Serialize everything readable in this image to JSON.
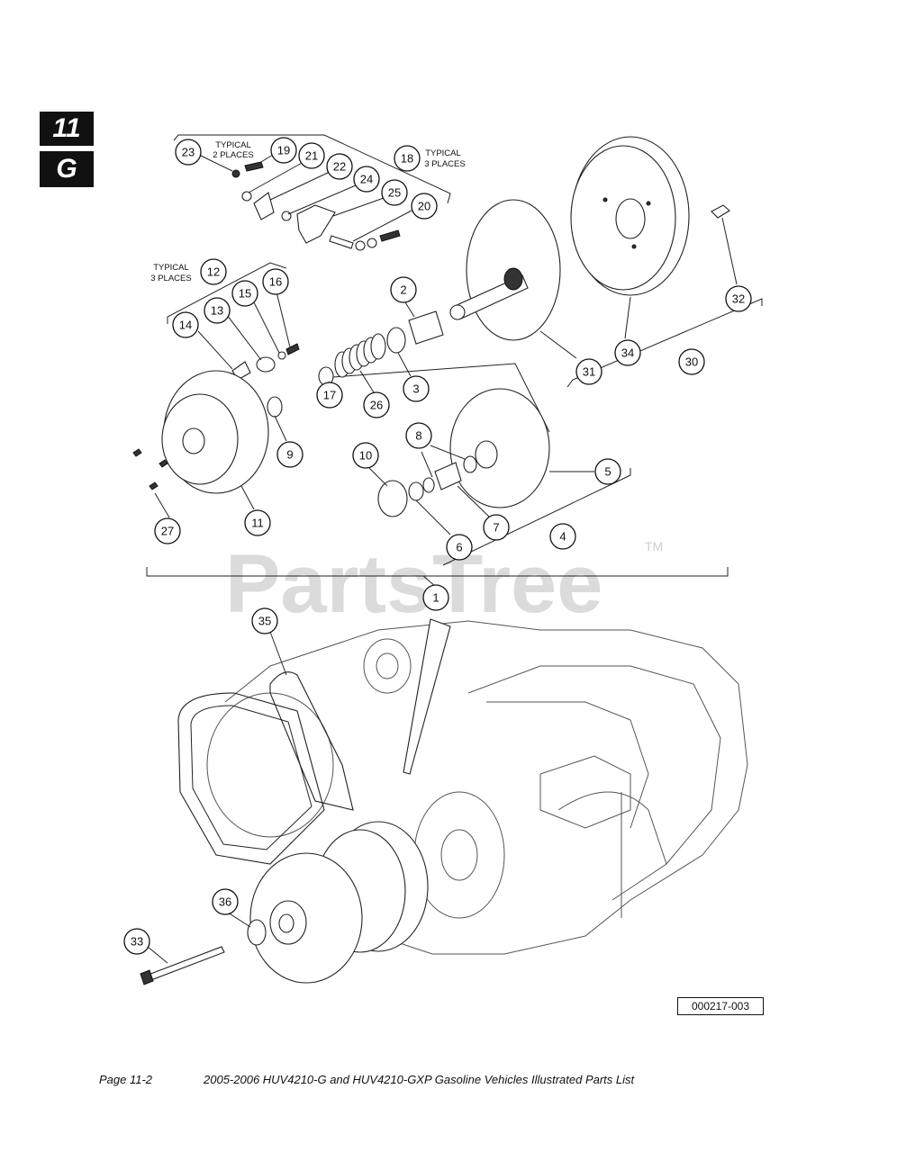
{
  "tabs": {
    "chapter": "11",
    "section": "G"
  },
  "notes": {
    "typical": "TYPICAL",
    "two_places": "2 PLACES",
    "three_places": "3 PLACES"
  },
  "callouts": [
    "1",
    "2",
    "3",
    "4",
    "5",
    "6",
    "7",
    "8",
    "9",
    "10",
    "11",
    "12",
    "13",
    "14",
    "15",
    "16",
    "17",
    "18",
    "19",
    "20",
    "21",
    "22",
    "23",
    "24",
    "25",
    "26",
    "27",
    "30",
    "31",
    "32",
    "33",
    "34",
    "35",
    "36"
  ],
  "watermark": {
    "text": "PartsTree",
    "tm": "TM"
  },
  "figure_id": "000217-003",
  "footer": {
    "page": "Page 11-2",
    "title": "2005-2006 HUV4210-G and HUV4210-GXP Gasoline Vehicles Illustrated Parts List"
  }
}
